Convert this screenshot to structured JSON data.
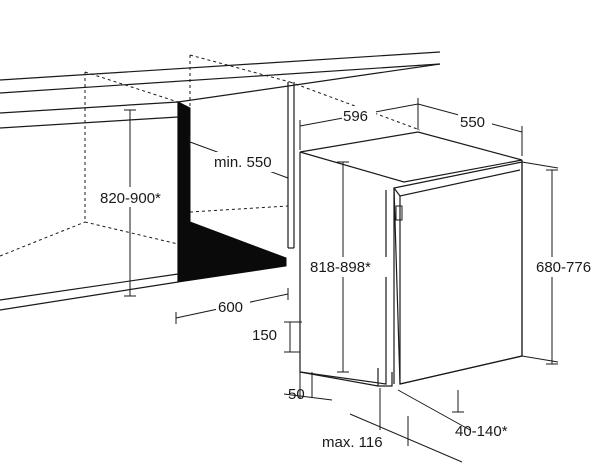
{
  "dimensions": {
    "cabinet_height": "820-900*",
    "min_depth": "min. 550",
    "niche_width": "600",
    "toe_kick_height": "150",
    "toe_kick_depth": "50",
    "appliance_width": "596",
    "appliance_depth": "550",
    "appliance_height": "818-898*",
    "door_height": "680-776",
    "door_offset": "40-140*",
    "max_offset": "max. 116"
  }
}
